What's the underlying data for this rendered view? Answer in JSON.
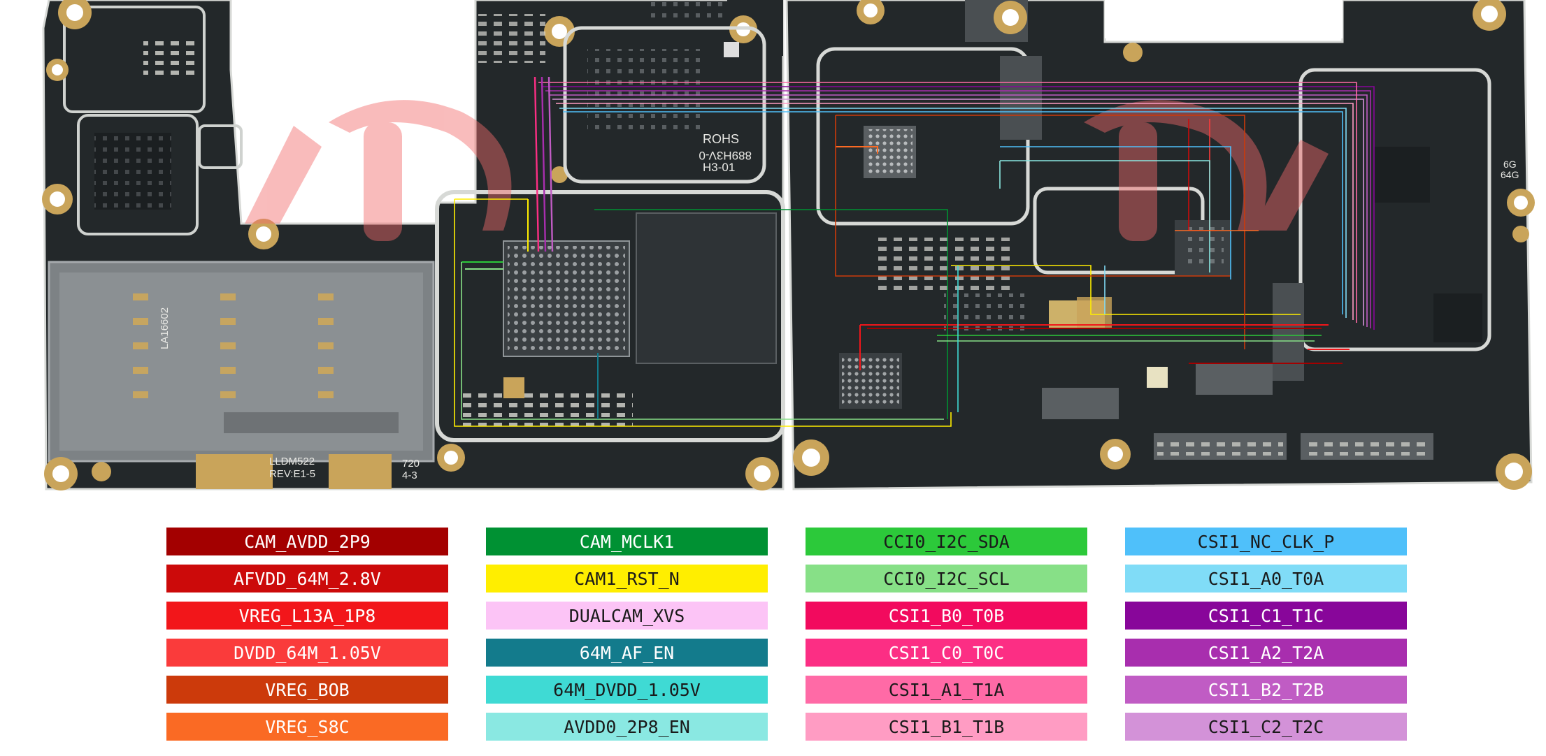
{
  "board": {
    "board_silk": [
      "ROHS",
      "889H3V-0",
      "H3-01",
      "LLDM522",
      "REV:E1-5",
      "LA16602",
      "720",
      "4-3",
      "6G",
      "64G"
    ]
  },
  "colors": {
    "board": "#23282a",
    "board_dark": "#1b1f21",
    "board_outline": "#d7d9d6",
    "gold": "#c9a45a",
    "shield": "#56595a",
    "watermark": "#f26a6a"
  },
  "legend": [
    {
      "label": "CAM_AVDD_2P9",
      "bg": "#a30000",
      "fg": "#ffffff"
    },
    {
      "label": "AFVDD_64M_2.8V",
      "bg": "#cc0a0a",
      "fg": "#ffffff"
    },
    {
      "label": "VREG_L13A_1P8",
      "bg": "#f2161a",
      "fg": "#ffffff"
    },
    {
      "label": "DVDD_64M_1.05V",
      "bg": "#fa3b3b",
      "fg": "#ffffff"
    },
    {
      "label": "VREG_BOB",
      "bg": "#cc3a0b",
      "fg": "#ffffff"
    },
    {
      "label": "VREG_S8C",
      "bg": "#fa6a24",
      "fg": "#ffffff"
    },
    {
      "label": "CAM_MCLK1",
      "bg": "#009133",
      "fg": "#ffffff"
    },
    {
      "label": "CAM1_RST_N",
      "bg": "#ffee00",
      "fg": "#1a1a1a"
    },
    {
      "label": "DUALCAM_XVS",
      "bg": "#fcc4f6",
      "fg": "#1a1a1a"
    },
    {
      "label": "64M_AF_EN",
      "bg": "#137b8c",
      "fg": "#ffffff"
    },
    {
      "label": "64M_DVDD_1.05V",
      "bg": "#3fdad4",
      "fg": "#1a1a1a"
    },
    {
      "label": "AVDD0_2P8_EN",
      "bg": "#8ae8e2",
      "fg": "#1a1a1a"
    },
    {
      "label": "CCI0_I2C_SDA",
      "bg": "#2cc93a",
      "fg": "#1a1a1a"
    },
    {
      "label": "CCI0_I2C_SCL",
      "bg": "#87e087",
      "fg": "#1a1a1a"
    },
    {
      "label": "CSI1_B0_T0B",
      "bg": "#f20a5e",
      "fg": "#ffffff"
    },
    {
      "label": "CSI1_C0_T0C",
      "bg": "#fc2e84",
      "fg": "#ffffff"
    },
    {
      "label": "CSI1_A1_T1A",
      "bg": "#ff6aa6",
      "fg": "#1a1a1a"
    },
    {
      "label": "CSI1_B1_T1B",
      "bg": "#ff9cc3",
      "fg": "#1a1a1a"
    },
    {
      "label": "CSI1_NC_CLK_P",
      "bg": "#4fc0fa",
      "fg": "#1a1a1a"
    },
    {
      "label": "CSI1_A0_T0A",
      "bg": "#80dcf7",
      "fg": "#1a1a1a"
    },
    {
      "label": "CSI1_C1_T1C",
      "bg": "#88069a",
      "fg": "#ffffff"
    },
    {
      "label": "CSI1_A2_T2A",
      "bg": "#a82eae",
      "fg": "#ffffff"
    },
    {
      "label": "CSI1_B2_T2B",
      "bg": "#c05cc4",
      "fg": "#ffffff"
    },
    {
      "label": "CSI1_C2_T2C",
      "bg": "#d392d8",
      "fg": "#1a1a1a"
    }
  ]
}
